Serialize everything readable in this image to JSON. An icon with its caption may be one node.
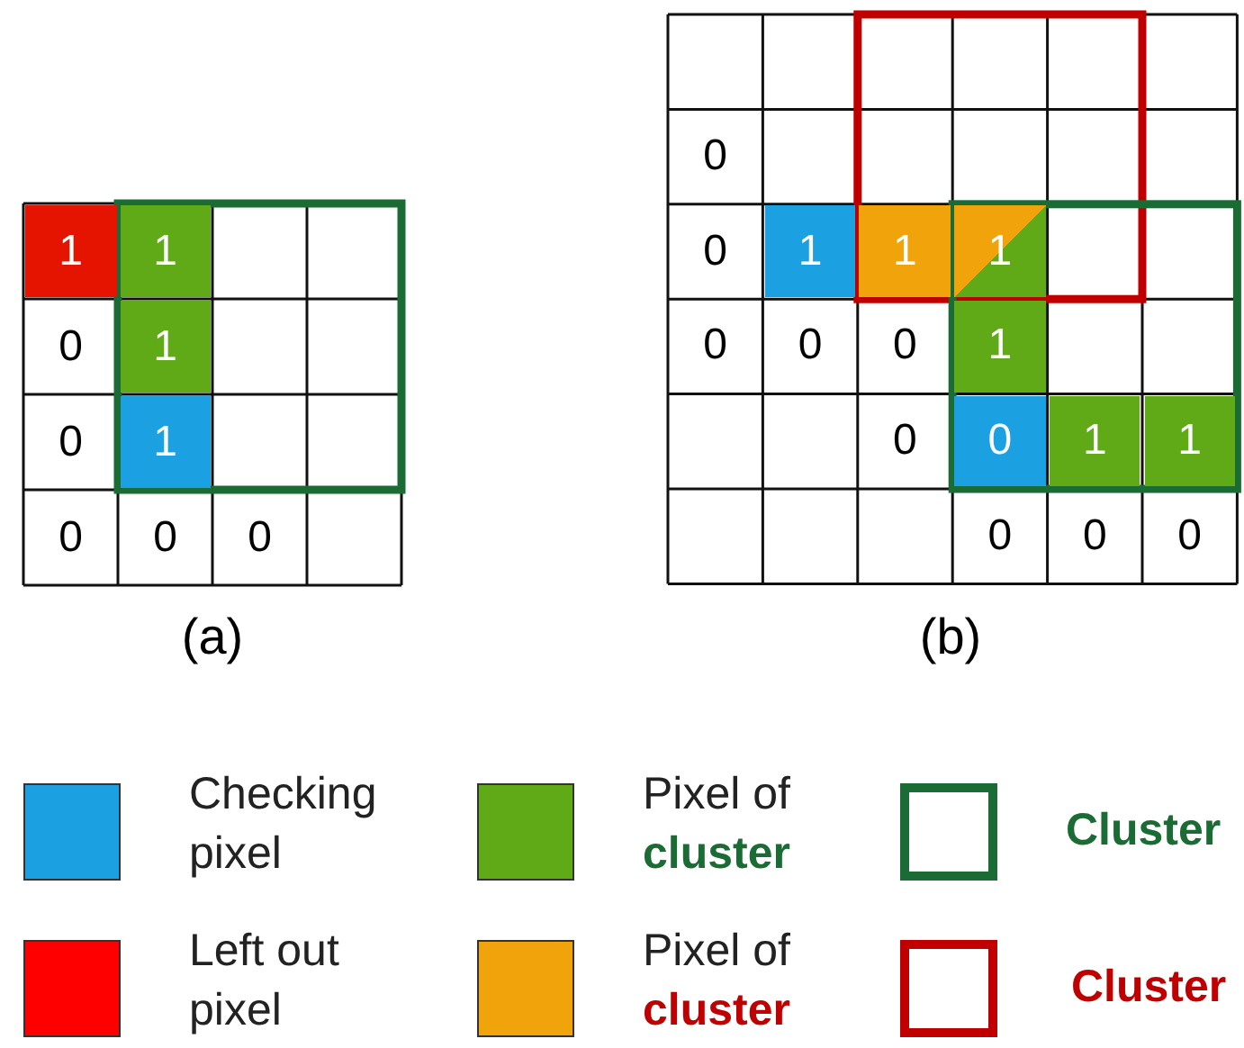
{
  "diagram": {
    "labels": [
      "1",
      "1",
      "0",
      "1",
      "0",
      "1",
      "0",
      "0",
      "0",
      "(a)",
      "0",
      "0",
      "1",
      "1",
      "1",
      "0",
      "0",
      "0",
      "1",
      "0",
      "0",
      "1",
      "1",
      "0",
      "0",
      "0",
      "(b)"
    ],
    "legend": [
      {
        "text": "Checking pixel",
        "color": "#1ba1e2"
      },
      {
        "text": "Left out pixel",
        "color": "#ff0000"
      },
      {
        "text": "Pixel of **cluster**",
        "color": "#60a917"
      },
      {
        "text": "Pixel of **cluster**",
        "color": "#f0a30a"
      },
      {
        "text": "Cluster"
      },
      {
        "text": "Cluster"
      }
    ]
  }
}
